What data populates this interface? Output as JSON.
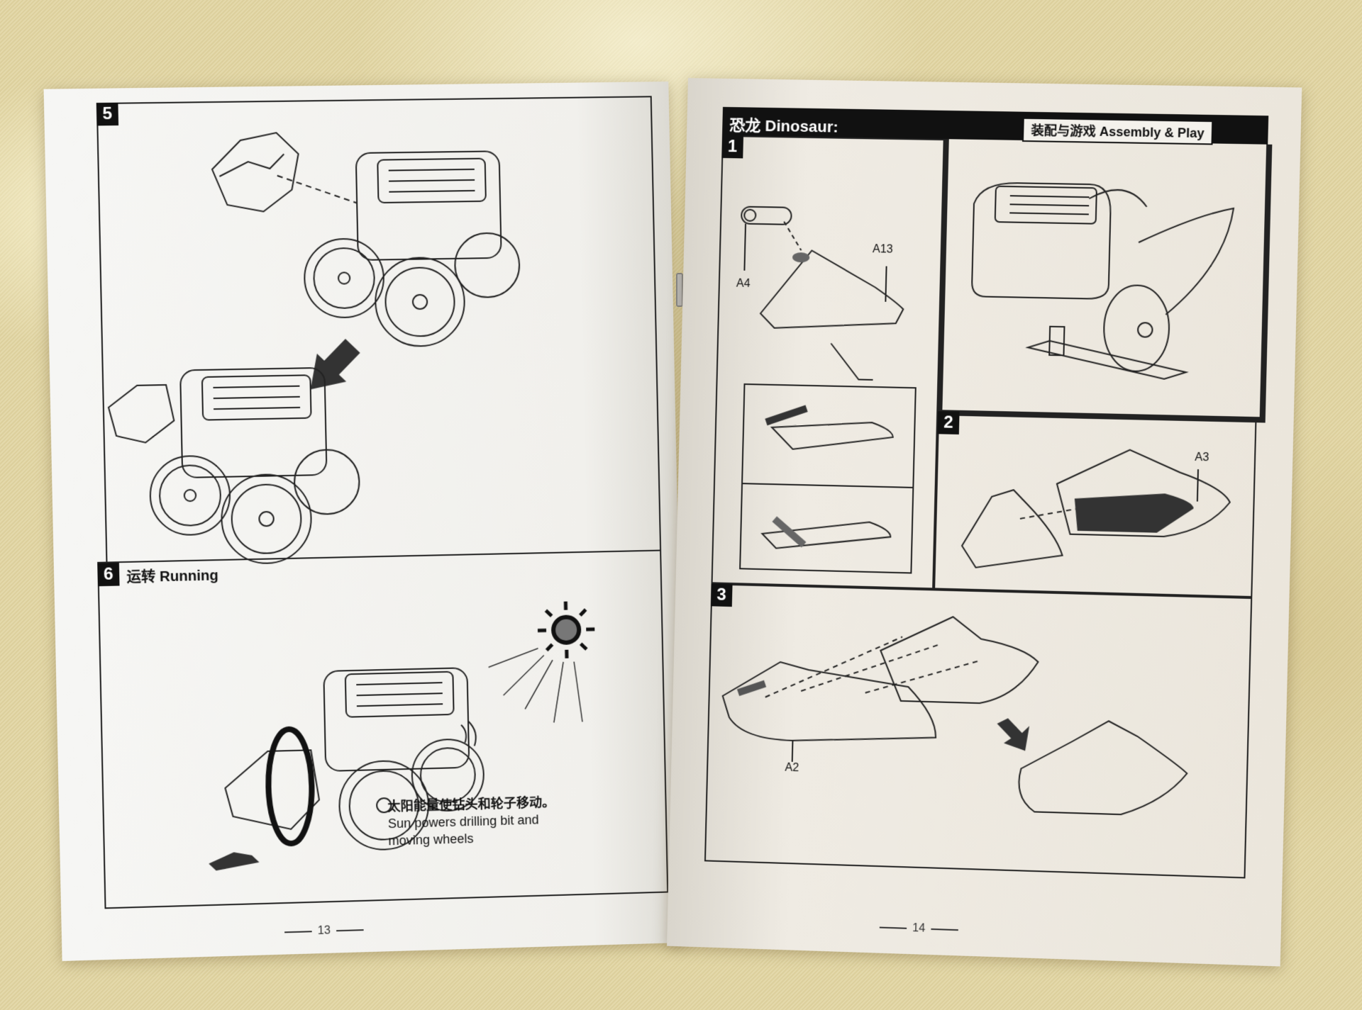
{
  "left_page": {
    "page_number": "13",
    "step5": {
      "number": "5"
    },
    "step6": {
      "number": "6",
      "title": "运转 Running",
      "caption_cn": "太阳能量使钻头和轮子移动。",
      "caption_en_line1": "Sun powers drilling bit and",
      "caption_en_line2": "moving wheels"
    }
  },
  "right_page": {
    "page_number": "14",
    "header": {
      "title": "恐龙 Dinosaur:",
      "tag": "装配与游戏 Assembly & Play"
    },
    "step1": {
      "number": "1",
      "labels": [
        "A4",
        "A13"
      ]
    },
    "step2": {
      "number": "2",
      "labels": [
        "A3"
      ]
    },
    "step3": {
      "number": "3",
      "labels": [
        "A2"
      ]
    }
  },
  "colors": {
    "ink": "#111111",
    "paper_left": "#f4f3ef",
    "paper_right": "#ece8df",
    "tablecloth": "#e0d4a3"
  }
}
